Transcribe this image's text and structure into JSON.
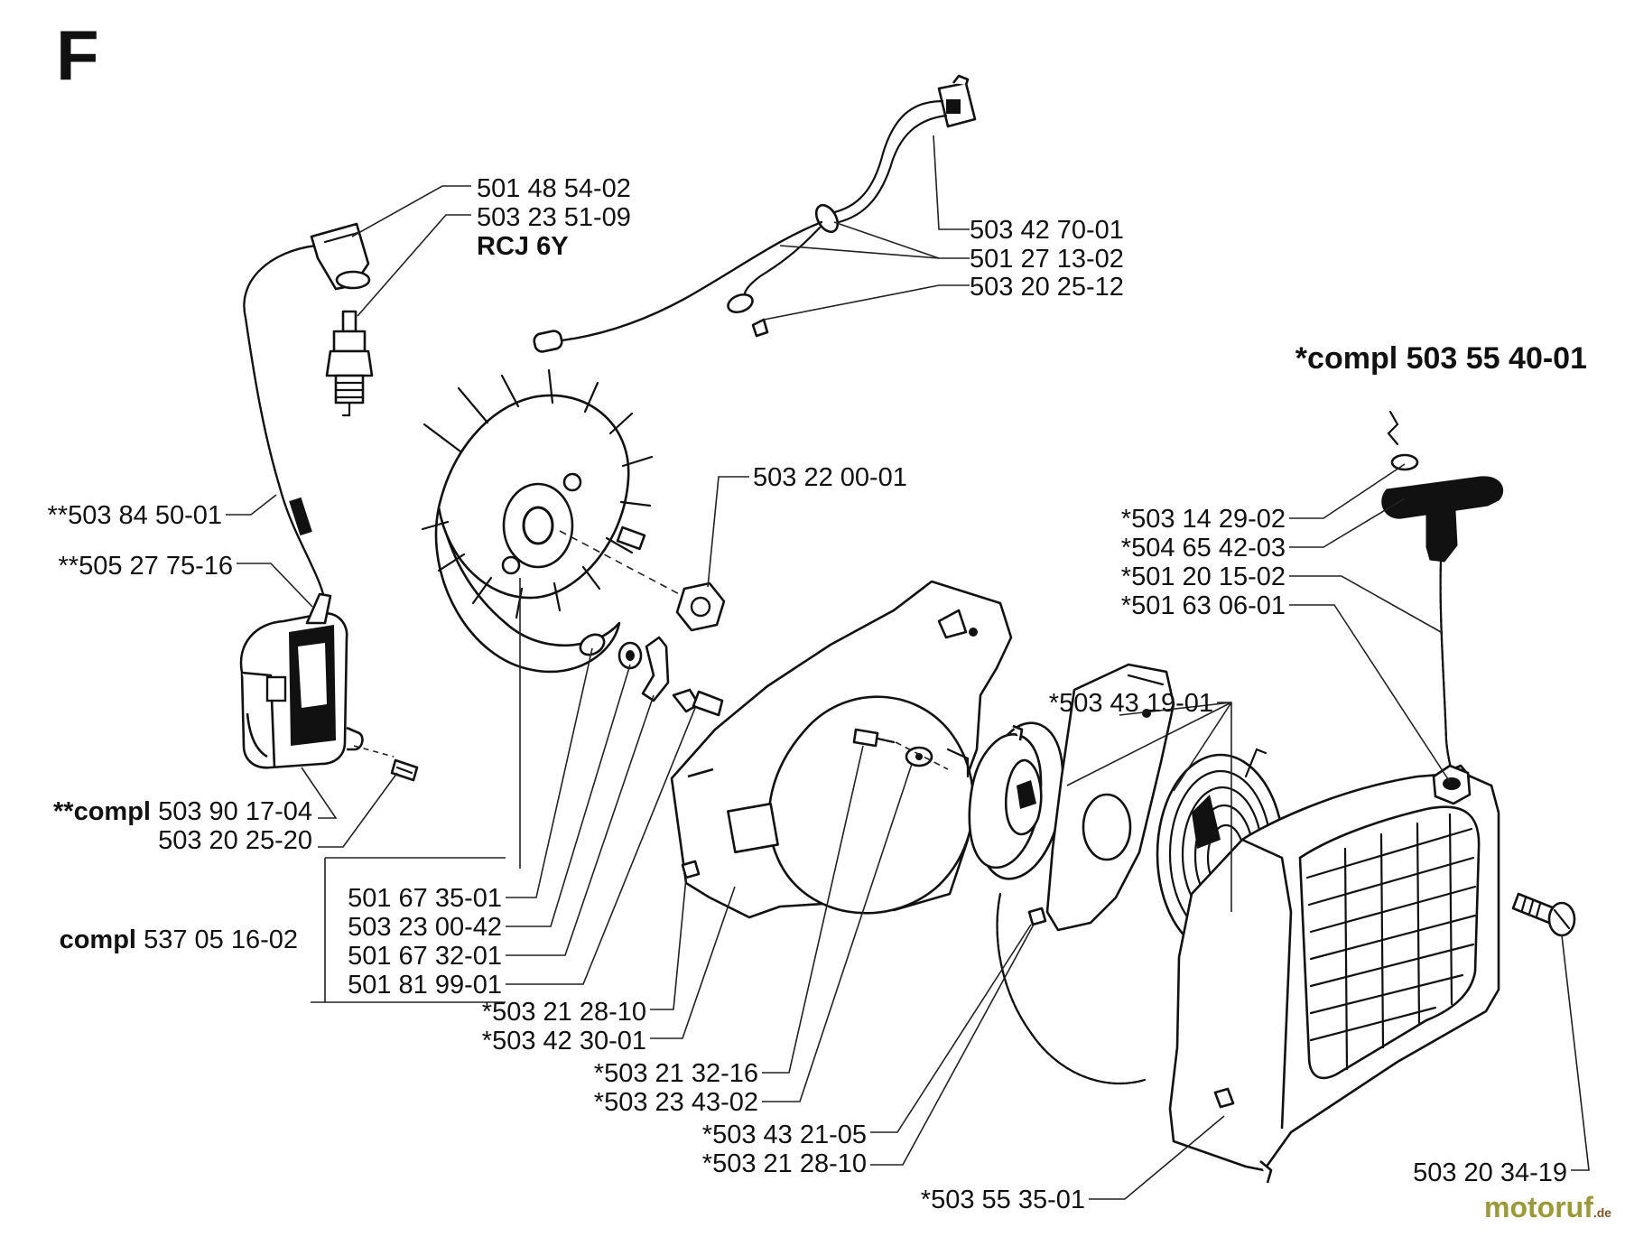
{
  "section_letter": "F",
  "group_labels": {
    "starter": "*compl 503 55 40-01",
    "ignition_bold": "**compl",
    "ignition_num": "503 90 17-04",
    "flywheel_bold": "compl",
    "flywheel_num": "537 05 16-02"
  },
  "parts": [
    {
      "id": "p1",
      "text": "501 48 54-02"
    },
    {
      "id": "p2",
      "text": "503 23 51-09"
    },
    {
      "id": "p3",
      "text": "RCJ 6Y"
    },
    {
      "id": "p4",
      "text": "503 42 70-01"
    },
    {
      "id": "p5",
      "text": "501 27 13-02"
    },
    {
      "id": "p6",
      "text": "503 20 25-12"
    },
    {
      "id": "p7",
      "text": "503 22 00-01"
    },
    {
      "id": "p8",
      "text": "**503 84 50-01"
    },
    {
      "id": "p9",
      "text": "**505 27 75-16"
    },
    {
      "id": "p10",
      "text": "503 20 25-20"
    },
    {
      "id": "p11",
      "text": "501 67 35-01"
    },
    {
      "id": "p12",
      "text": "503 23 00-42"
    },
    {
      "id": "p13",
      "text": "501 67 32-01"
    },
    {
      "id": "p14",
      "text": "501 81 99-01"
    },
    {
      "id": "p15",
      "text": "*503 21 28-10"
    },
    {
      "id": "p16",
      "text": "*503 42 30-01"
    },
    {
      "id": "p17",
      "text": "*503 21 32-16"
    },
    {
      "id": "p18",
      "text": "*503 23 43-02"
    },
    {
      "id": "p19",
      "text": "*503 43 21-05"
    },
    {
      "id": "p20",
      "text": "*503 21 28-10"
    },
    {
      "id": "p21",
      "text": "*503 55 35-01"
    },
    {
      "id": "p22",
      "text": "*503 43 19-01"
    },
    {
      "id": "p23",
      "text": "*503 14 29-02"
    },
    {
      "id": "p24",
      "text": "*504 65 42-03"
    },
    {
      "id": "p25",
      "text": "*501 20 15-02"
    },
    {
      "id": "p26",
      "text": "*501 63 06-01"
    },
    {
      "id": "p27",
      "text": "503 20 34-19"
    }
  ],
  "watermark": {
    "text": "motoruf",
    "suffix": ".de"
  }
}
